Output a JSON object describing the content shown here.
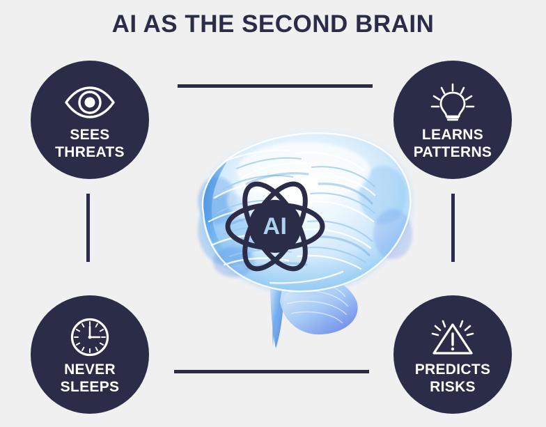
{
  "title": "AI AS THE SECOND BRAIN",
  "colors": {
    "background": "#f0f0f1",
    "navy": "#2b2c47",
    "white": "#ffffff",
    "ai_text": "#a8d4ee",
    "brain_blue": "#4a86e8",
    "brain_light": "#d6ecfb"
  },
  "center": {
    "badge_label": "AI",
    "icon": "atom-icon",
    "artwork": "human-brain-illustration"
  },
  "nodes": [
    {
      "id": "sees-threats",
      "icon": "eye-icon",
      "label_line1": "SEES",
      "label_line2": "THREATS",
      "position": "top-left"
    },
    {
      "id": "learns-patterns",
      "icon": "lightbulb-icon",
      "label_line1": "LEARNS",
      "label_line2": "PATTERNS",
      "position": "top-right"
    },
    {
      "id": "never-sleeps",
      "icon": "clock-icon",
      "label_line1": "NEVER",
      "label_line2": "SLEEPS",
      "position": "bottom-left"
    },
    {
      "id": "predicts-risks",
      "icon": "warning-triangle-icon",
      "label_line1": "PREDICTS",
      "label_line2": "RISKS",
      "position": "bottom-right"
    }
  ],
  "connectors": [
    {
      "id": "connector-top",
      "orientation": "horizontal"
    },
    {
      "id": "connector-bottom",
      "orientation": "horizontal"
    },
    {
      "id": "connector-left",
      "orientation": "vertical"
    },
    {
      "id": "connector-right",
      "orientation": "vertical"
    }
  ]
}
